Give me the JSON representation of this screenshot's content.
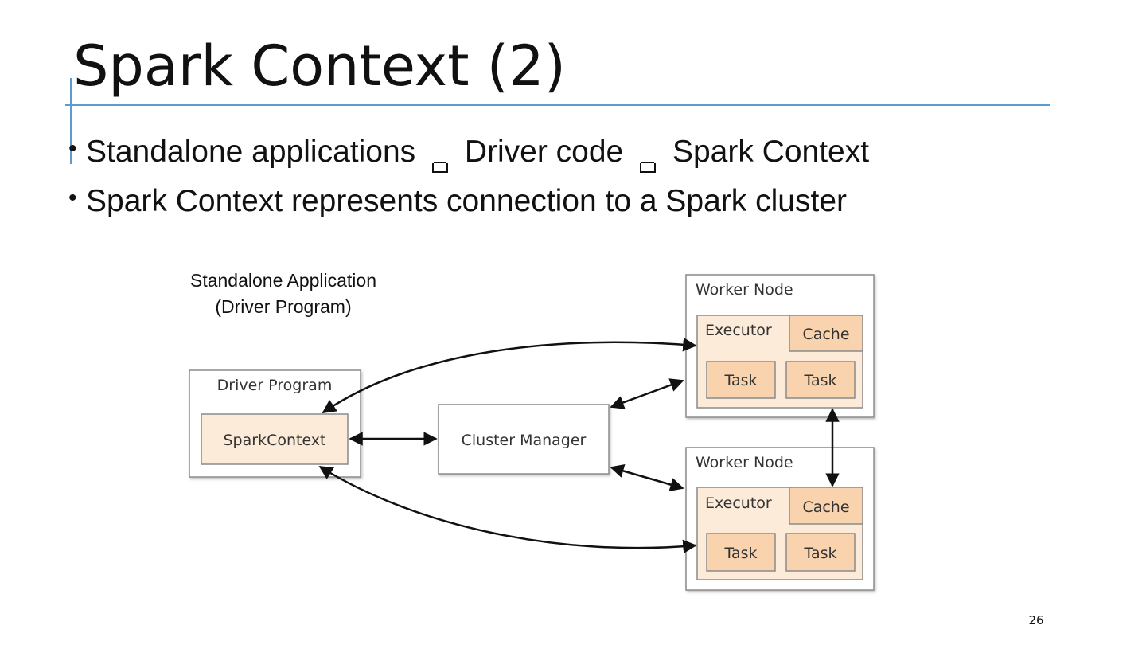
{
  "slide": {
    "title": "Spark Context (2)",
    "page_number": "26"
  },
  "bullets": [
    {
      "parts": [
        "Standalone applications",
        "Driver code",
        "Spark Context"
      ]
    },
    {
      "text": "Spark Context represents connection to a Spark cluster"
    }
  ],
  "diagram": {
    "caption_line1": "Standalone Application",
    "caption_line2": "(Driver Program)",
    "driver_program": {
      "label": "Driver Program",
      "spark_context": "SparkContext"
    },
    "cluster_manager": "Cluster Manager",
    "worker_nodes": [
      {
        "label": "Worker Node",
        "executor": "Executor",
        "cache": "Cache",
        "tasks": [
          "Task",
          "Task"
        ]
      },
      {
        "label": "Worker Node",
        "executor": "Executor",
        "cache": "Cache",
        "tasks": [
          "Task",
          "Task"
        ]
      }
    ]
  },
  "colors": {
    "accent_rule": "#5a9bd3",
    "box_fill_light": "#fdebd9",
    "box_fill_task": "#f9d3ad",
    "box_border": "#8a8a8a"
  }
}
